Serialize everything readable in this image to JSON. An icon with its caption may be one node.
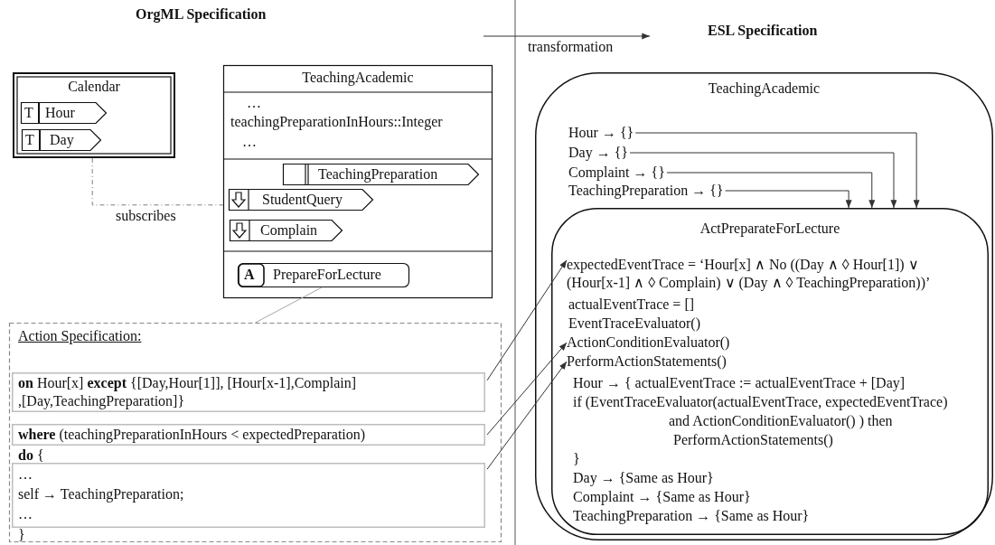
{
  "diagram": {
    "nodes": [
      {
        "text": [
          "Calendar"
        ]
      },
      {
        "text": [
          "T",
          "Hour"
        ],
        "in": 0
      },
      {
        "text": [
          "T",
          "Day"
        ],
        "in": 0
      },
      {
        "text": [
          "TeachingAcademic",
          "…",
          "teachingPreparationInHours::Integer",
          "…"
        ]
      },
      {
        "text": [
          "TeachingPreparation"
        ],
        "in": 3
      },
      {
        "text": [
          "StudentQuery"
        ],
        "in": 3
      },
      {
        "text": [
          "Complain"
        ],
        "in": 3
      },
      {
        "text": [
          "A",
          "PrepareForLecture"
        ],
        "in": 3
      },
      {
        "text": [
          "Action Specification:",
          "**do** {",
          "}"
        ]
      },
      {
        "text": [
          "**on** Hour[x] **except** {[Day,Hour[1]], [Hour[x-1],Complain] ,[Day,TeachingPreparation]}"
        ],
        "in": 8
      },
      {
        "text": [
          "**where** (teachingPreparationInHours < expectedPreparation)"
        ],
        "in": 8
      },
      {
        "text": [
          "…",
          "self → TeachingPreparation;",
          "…"
        ],
        "in": 8
      },
      {
        "text": [
          "TeachingAcademic"
        ]
      },
      {
        "text": [
          "Hour → {}"
        ],
        "in": 12
      },
      {
        "text": [
          "Day → {}"
        ],
        "in": 12
      },
      {
        "text": [
          "Complaint → {}"
        ],
        "in": 12
      },
      {
        "text": [
          "TeachingPreparation → {}"
        ],
        "in": 12
      },
      {
        "text": [
          "ActPreparateForLecture",
          "actualEventTrace = []",
          "EventTraceEvaluator()",
          "Hour → { actualEventTrace := actualEventTrace + [Day]",
          "if (EventTraceEvaluator(actualEventTrace, expectedEventTrace)",
          "and ActionConditionEvaluator() ) then",
          "PerformActionStatements()",
          "}",
          "Day → {Same as Hour}",
          "Complaint → {Same as Hour}",
          "TeachingPreparation → {Same as Hour}"
        ],
        "in": 12
      },
      {
        "text": [
          "expectedEventTrace = ‘Hour[x] ∧ No ((Day ∧ ◊ Hour[1]) ∨ (Hour[x-1] ∧ ◊ Complain) ∨ (Day ∧ ◊ TeachingPreparation))’"
        ],
        "in": 17
      },
      {
        "text": [
          "ActionConditionEvaluator()"
        ],
        "in": 17
      },
      {
        "text": [
          "PerformActionStatements()"
        ],
        "in": 17
      }
    ],
    "edges": [
      {
        "from": 0,
        "to": 3,
        "arrow": "none",
        "label": "subscribes",
        "style": "dashed",
        "color": "#808080"
      },
      {
        "from": 7,
        "to": 8,
        "arrow": "none",
        "color": "#a6a6a6"
      },
      {
        "from": 9,
        "to": 18,
        "arrow": "to"
      },
      {
        "from": 10,
        "to": 19,
        "arrow": "to"
      },
      {
        "from": 11,
        "to": 20,
        "arrow": "to"
      },
      {
        "from": 13,
        "to": 17,
        "arrow": "to"
      },
      {
        "from": 14,
        "to": 17,
        "arrow": "to"
      },
      {
        "from": 15,
        "to": 17,
        "arrow": "to"
      },
      {
        "from": 16,
        "to": 17,
        "arrow": "to"
      }
    ],
    "labels": [
      "OrgML Specification",
      "ESL Specification",
      "transformation"
    ]
  }
}
